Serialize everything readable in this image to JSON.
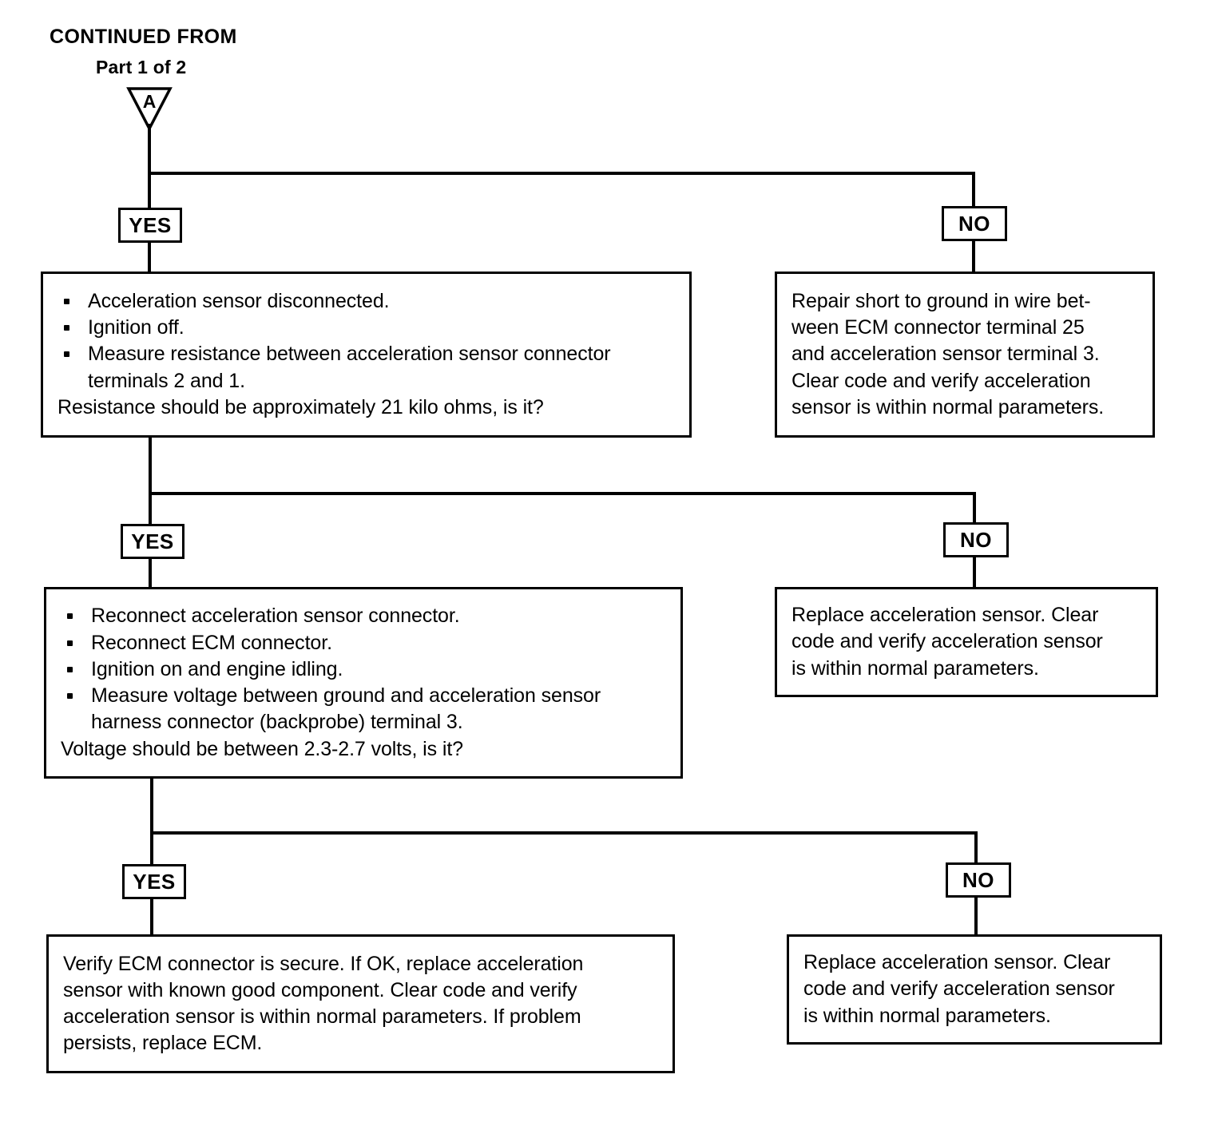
{
  "header": {
    "line1": "CONTINUED FROM",
    "line2": "Part 1 of 2"
  },
  "connector": {
    "label": "A",
    "shape": "inverted-triangle"
  },
  "branch_labels": {
    "yes": "YES",
    "no": "NO"
  },
  "colors": {
    "line": "#000000",
    "background": "#ffffff",
    "text": "#000000"
  },
  "steps": [
    {
      "id": "step-1",
      "branch_from_connector": "A",
      "yes_label": "YES",
      "no_label": "NO",
      "yes_node": {
        "bullets": [
          "Acceleration sensor disconnected.",
          "Ignition off.",
          "Measure resistance between acceleration sensor connector terminals 2 and 1."
        ],
        "question": "Resistance should be approximately 21 kilo ohms, is it?"
      },
      "no_node": {
        "text": "Repair short to ground in wire bet-ween ECM connector terminal 25 and acceleration sensor terminal 3. Clear code and verify acceleration sensor is within normal parameters.",
        "lines": [
          "Repair short to ground in wire bet-",
          "ween ECM connector terminal 25",
          "and acceleration sensor terminal 3.",
          "Clear code and verify acceleration",
          "sensor is within normal parameters."
        ]
      }
    },
    {
      "id": "step-2",
      "yes_label": "YES",
      "no_label": "NO",
      "yes_node": {
        "bullets": [
          "Reconnect acceleration sensor connector.",
          "Reconnect ECM connector.",
          "Ignition on and engine idling.",
          "Measure voltage between ground and acceleration sensor harness connector (backprobe) terminal 3."
        ],
        "question": "Voltage should be between 2.3-2.7 volts, is it?"
      },
      "no_node": {
        "text": "Replace acceleration sensor. Clear code and verify acceleration sensor is within normal parameters.",
        "lines": [
          "Replace acceleration sensor. Clear",
          "code and verify acceleration sensor",
          "is within normal parameters."
        ]
      }
    },
    {
      "id": "step-3",
      "yes_label": "YES",
      "no_label": "NO",
      "yes_node": {
        "text": "Verify ECM connector is secure. If OK, replace acceleration sensor with known good component. Clear code and verify acceleration sensor is within normal parameters. If problem persists, replace ECM.",
        "lines": [
          "Verify ECM connector is secure. If OK, replace acceleration",
          "sensor with known good component. Clear code and verify",
          "acceleration sensor is within normal parameters. If problem",
          "persists, replace ECM."
        ]
      },
      "no_node": {
        "text": "Replace acceleration sensor. Clear code and verify acceleration sensor is within normal parameters.",
        "lines": [
          "Replace acceleration sensor. Clear",
          "code and verify acceleration sensor",
          "is within normal parameters."
        ]
      }
    }
  ]
}
